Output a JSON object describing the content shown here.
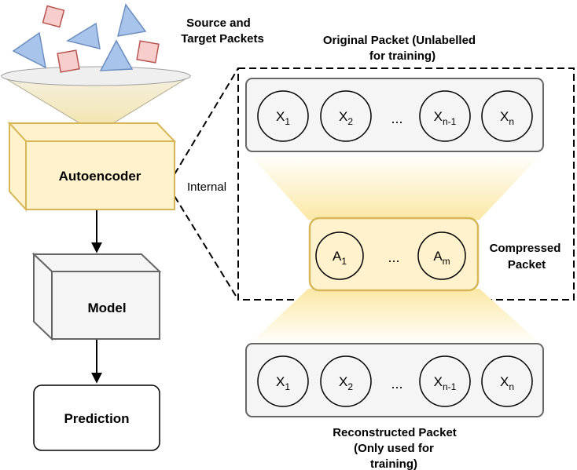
{
  "labels": {
    "source_target_line1": "Source and",
    "source_target_line2": "Target Packets",
    "original_line1": "Original Packet (Unlabelled",
    "original_line2": "for training)",
    "autoencoder": "Autoencoder",
    "internal": "Internal",
    "model": "Model",
    "prediction": "Prediction",
    "compressed_line1": "Compressed",
    "compressed_line2": "Packet",
    "reconstructed_line1": "Reconstructed Packet",
    "reconstructed_line2": "(Only used for",
    "reconstructed_line3": "training)"
  },
  "original_nodes": [
    {
      "base": "X",
      "sub": "1"
    },
    {
      "base": "X",
      "sub": "2"
    },
    {
      "base": "X",
      "sub": "n-1"
    },
    {
      "base": "X",
      "sub": "n"
    }
  ],
  "compressed_nodes": [
    {
      "base": "A",
      "sub": "1"
    },
    {
      "base": "A",
      "sub": "m"
    }
  ],
  "reconstructed_nodes": [
    {
      "base": "X",
      "sub": "1"
    },
    {
      "base": "X",
      "sub": "2"
    },
    {
      "base": "X",
      "sub": "n-1"
    },
    {
      "base": "X",
      "sub": "n"
    }
  ],
  "ellipsis": "...",
  "colors": {
    "triangle_fill": "#a9c4eb",
    "triangle_stroke": "#6c8ebf",
    "square_fill": "#f8cecc",
    "square_stroke": "#b85450",
    "autoencoder_fill": "#fff2cc",
    "autoencoder_stroke": "#d6b656",
    "model_fill": "#f5f5f5",
    "packet_fill": "#f5f5f5",
    "packet_stroke": "#666666",
    "compressed_fill": "#fff2cc"
  }
}
